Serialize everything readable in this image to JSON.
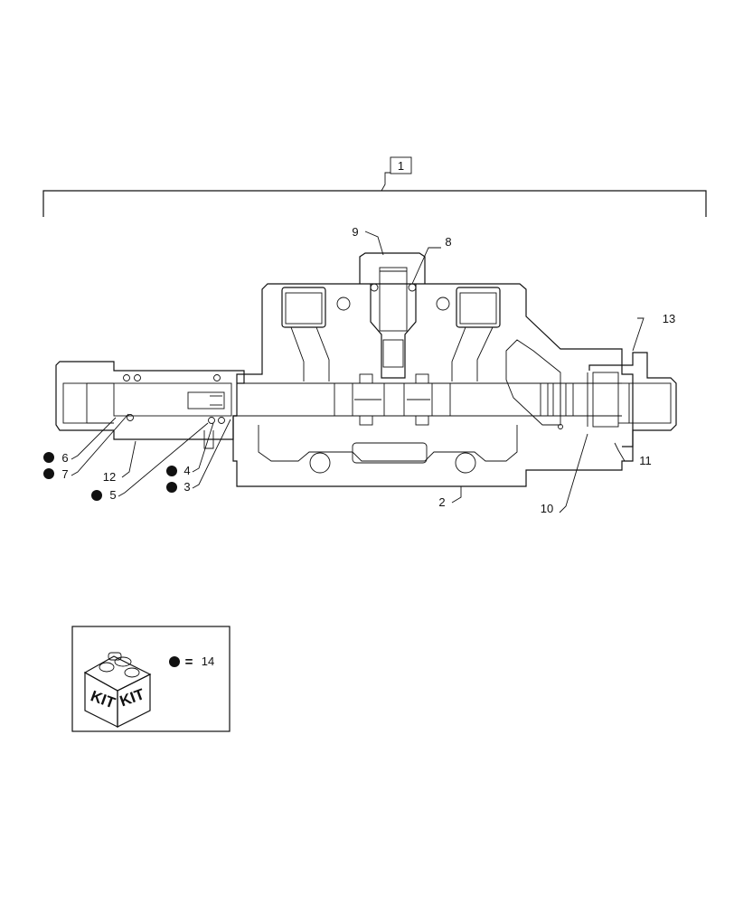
{
  "assembly_label": "1",
  "callouts": {
    "c2": "2",
    "c3": "3",
    "c4": "4",
    "c5": "5",
    "c6": "6",
    "c7": "7",
    "c8": "8",
    "c9": "9",
    "c10": "10",
    "c11": "11",
    "c12": "12",
    "c13": "13"
  },
  "kit_legend": {
    "equals": "=",
    "number": "14",
    "box_word_left": "KIT",
    "box_word_right": "KIT"
  },
  "colors": {
    "line": "#111111",
    "background": "#ffffff"
  },
  "icons": [
    "kit-box-icon",
    "kit-bullet-icon"
  ]
}
